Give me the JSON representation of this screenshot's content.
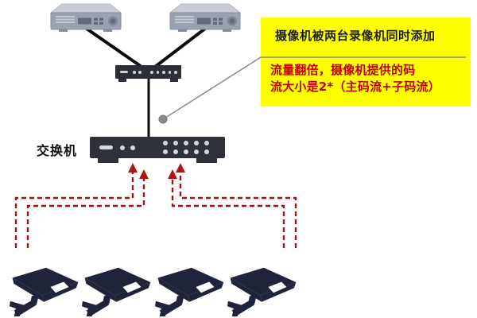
{
  "labels": {
    "switch": "交换机"
  },
  "callout": {
    "title": "摄像机被两台录像机同时添加",
    "body_line1": "流量翻倍，摄像机提供的码",
    "body_line2": "流大小是2*（主码流+子码流）",
    "bg_color": "#ffff00",
    "title_color": "#1f1f1f",
    "body_color": "#c00000"
  },
  "devices": {
    "nvr_count": 2,
    "camera_count": 4,
    "nvr_icon": "nvr-recorder-icon",
    "hub_icon": "uplink-hub-icon",
    "switch_icon": "core-switch-icon",
    "camera_icon": "cctv-camera-icon"
  },
  "colors": {
    "connector_black": "#0b0b0b",
    "dashed_red": "#9c1515",
    "arrow_red": "#b01414",
    "leader_gray": "#8a8a8a",
    "device_dark": "#2e3138",
    "camera_navy": "#20243a",
    "nvr_gray": "#9aa2b0"
  }
}
